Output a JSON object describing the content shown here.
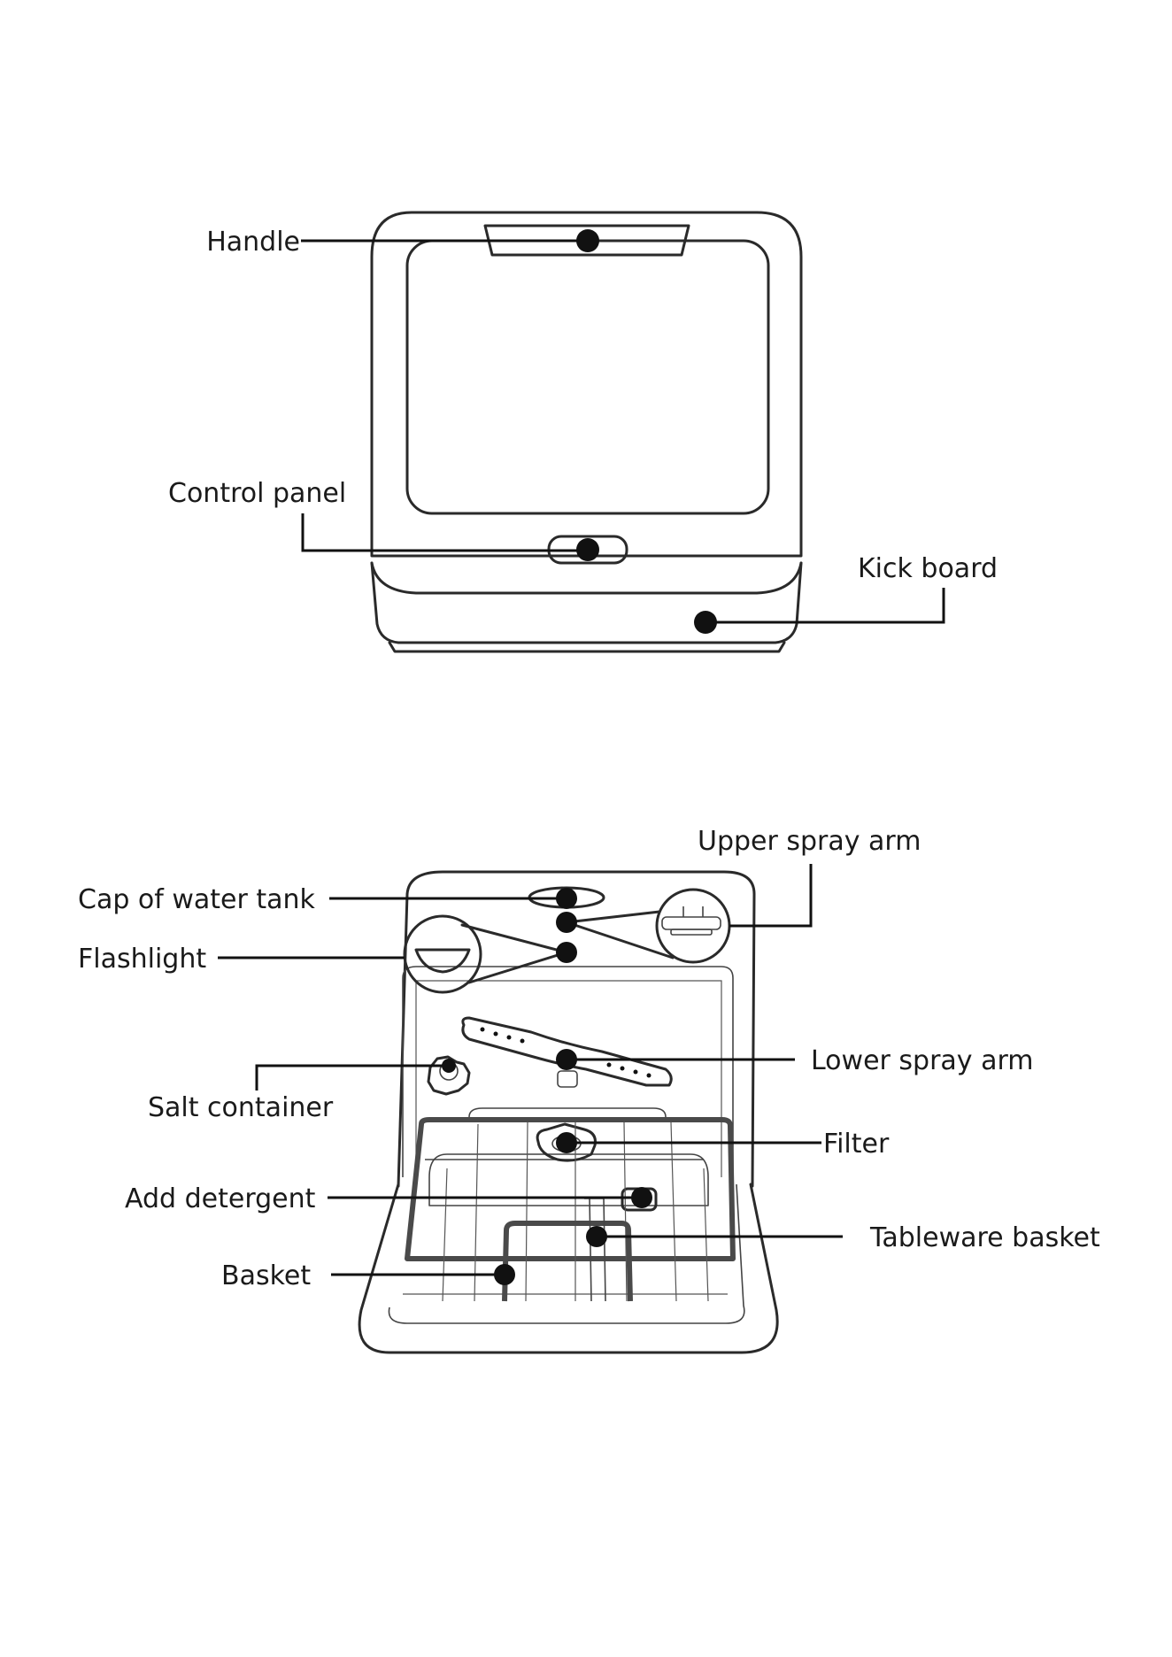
{
  "labels": {
    "handle": "Handle",
    "control_panel": "Control panel",
    "kick_board": "Kick board",
    "upper_spray_arm": "Upper spray arm",
    "cap_of_water_tank": "Cap of water tank",
    "flashlight": "Flashlight",
    "lower_spray_arm": "Lower spray arm",
    "salt_container": "Salt container",
    "filter": "Filter",
    "add_detergent": "Add detergent",
    "tableware_basket": "Tableware basket",
    "basket": "Basket"
  }
}
